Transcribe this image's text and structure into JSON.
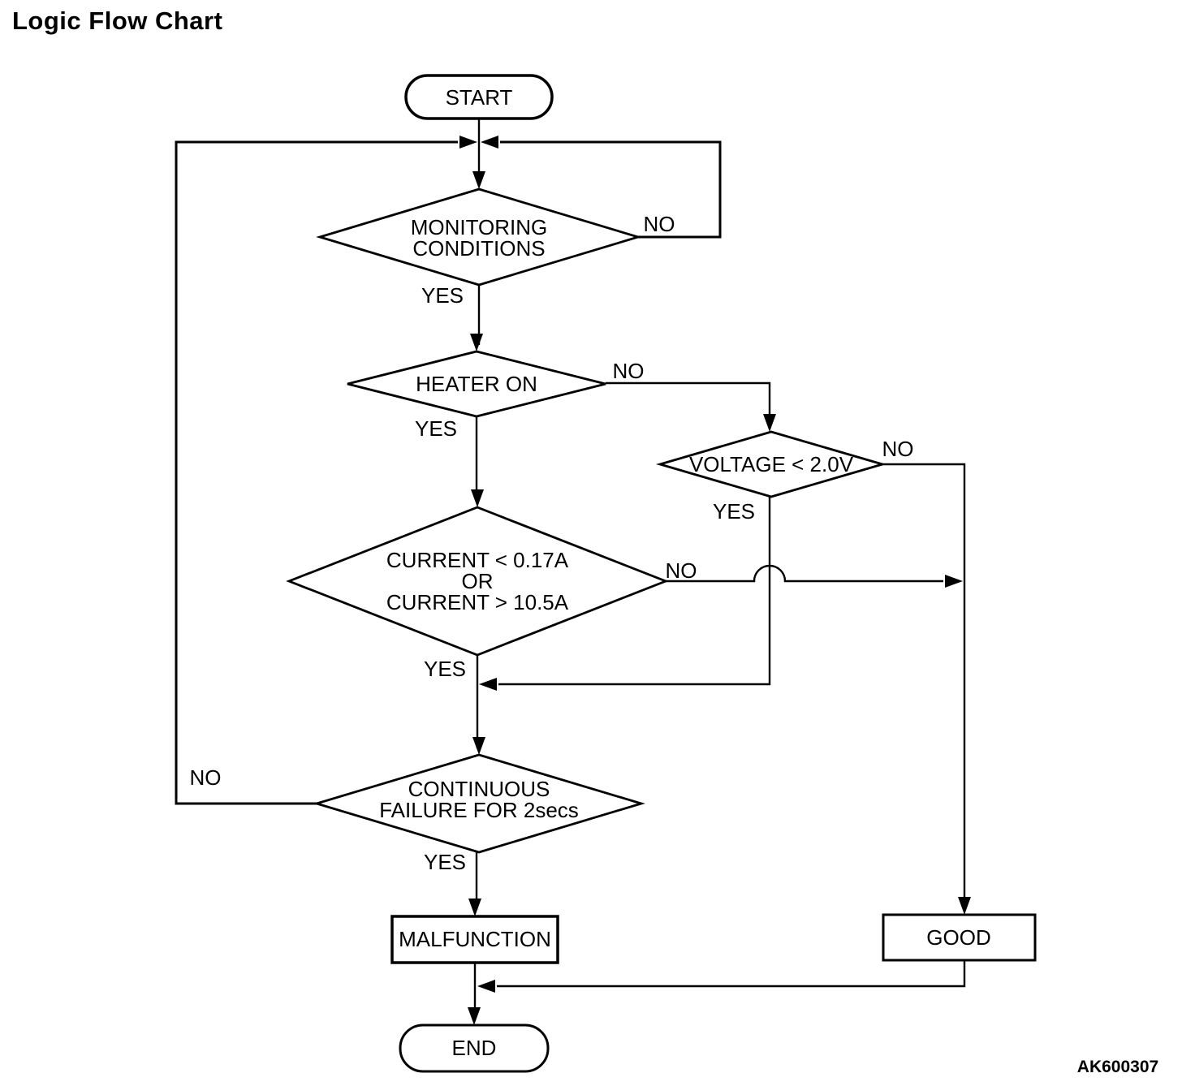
{
  "title": "Logic Flow Chart",
  "figure_code": "AK600307",
  "colors": {
    "ink": "#000000",
    "paper": "#ffffff"
  },
  "diagram_type": "flowchart",
  "nodes": {
    "start": {
      "type": "terminator",
      "label": "START"
    },
    "monitoring_conditions": {
      "type": "decision",
      "lines": [
        "MONITORING",
        "CONDITIONS"
      ]
    },
    "heater_on": {
      "type": "decision",
      "label": "HEATER ON"
    },
    "voltage": {
      "type": "decision",
      "label": "VOLTAGE < 2.0V"
    },
    "current": {
      "type": "decision",
      "lines": [
        "CURRENT < 0.17A",
        "OR",
        "CURRENT > 10.5A"
      ]
    },
    "continuous_failure": {
      "type": "decision",
      "lines": [
        "CONTINUOUS",
        "FAILURE FOR 2secs"
      ]
    },
    "malfunction": {
      "type": "process",
      "label": "MALFUNCTION"
    },
    "good": {
      "type": "process",
      "label": "GOOD"
    },
    "end": {
      "type": "terminator",
      "label": "END"
    }
  },
  "edge_labels": {
    "monitoring_no": "NO",
    "monitoring_yes": "YES",
    "heater_no": "NO",
    "heater_yes": "YES",
    "voltage_no": "NO",
    "voltage_yes": "YES",
    "current_no": "NO",
    "current_yes": "YES",
    "continuous_no": "NO",
    "continuous_yes": "YES"
  }
}
